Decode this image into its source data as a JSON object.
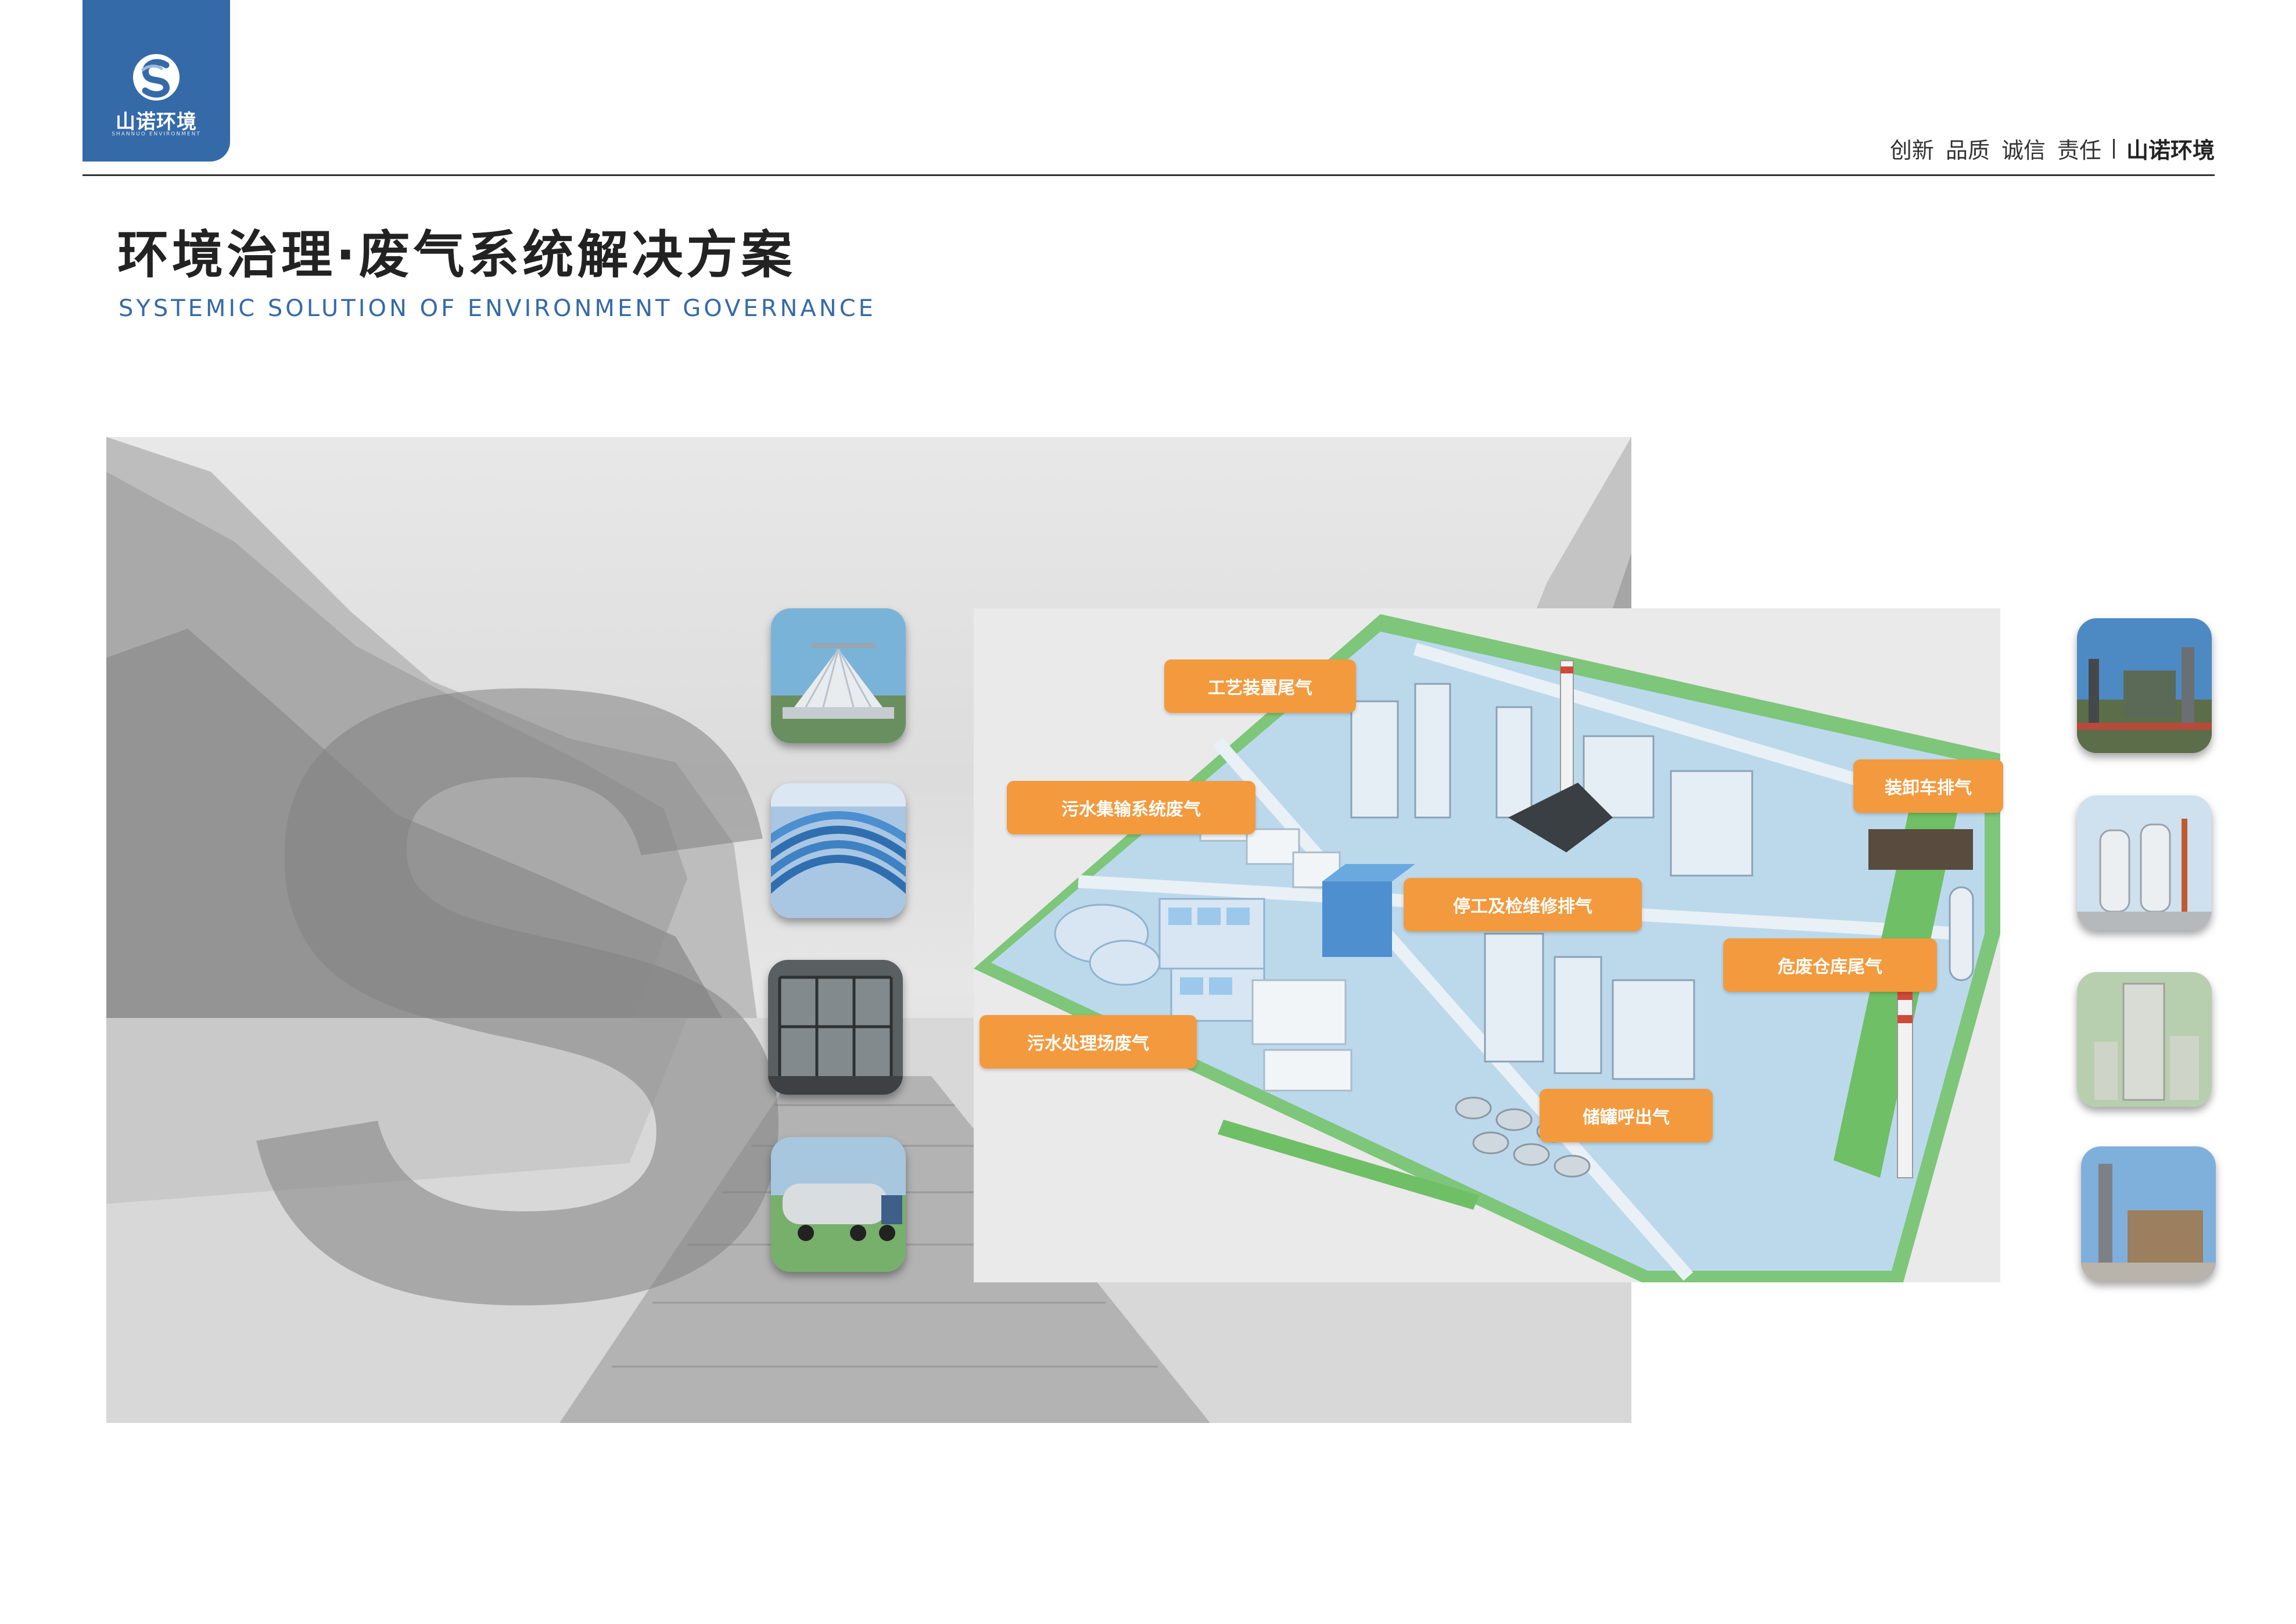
{
  "header": {
    "logo_text": "山诺环境",
    "logo_subtext": "SHANNUO ENVIRONMENT",
    "tagline": [
      "创新",
      "品质",
      "诚信",
      "责任"
    ],
    "brand": "山诺环境"
  },
  "title": "环境治理·废气系统解决方案",
  "subtitle": "SYSTEMIC SOLUTION OF ENVIRONMENT GOVERNANCE",
  "background_letter": "S",
  "labels": {
    "process_tail_gas": "工艺装置尾气",
    "sewage_collection_gas": "污水集输系统废气",
    "loading_vehicle_gas": "装卸车排气",
    "shutdown_maintenance_gas": "停工及检维修排气",
    "hazardous_warehouse_gas": "危废仓库尾气",
    "sewage_plant_gas": "污水处理场废气",
    "storage_tank_breathing_gas": "储罐呼出气"
  },
  "colors": {
    "brand_blue": "#356aa8",
    "label_orange": "#f39a3e"
  }
}
